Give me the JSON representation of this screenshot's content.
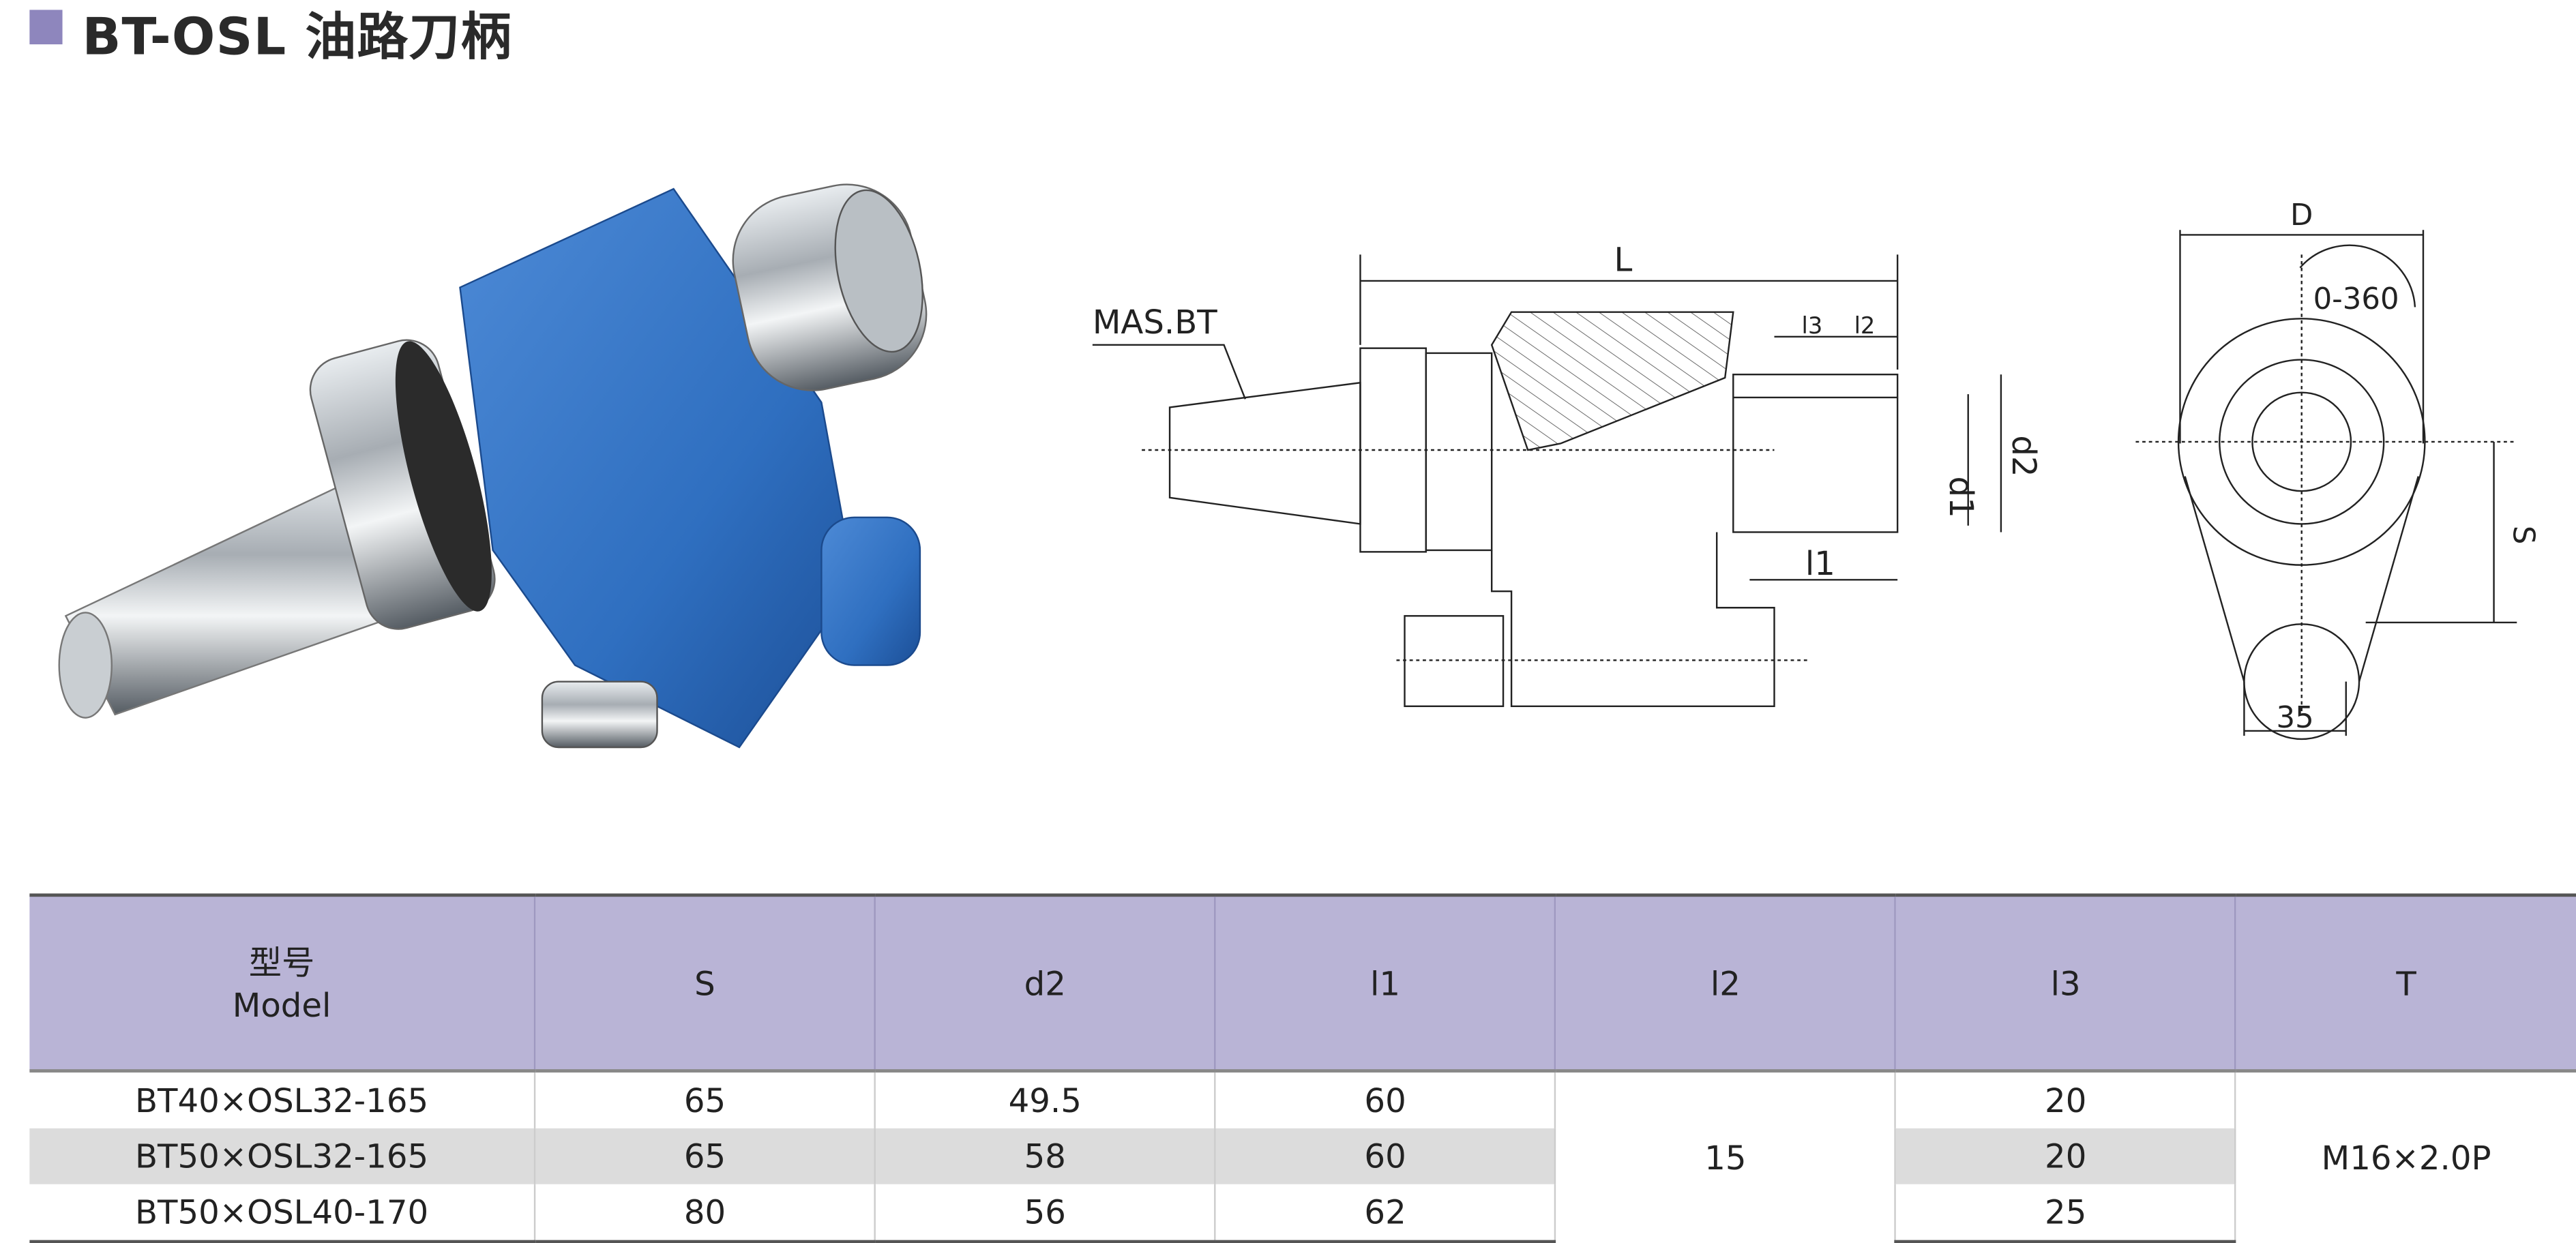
{
  "title": "BT-OSL 油路刀柄",
  "colors": {
    "accent": "#8e86bd",
    "header_bg": "#b9b4d6",
    "alt_row": "#dcdcdc",
    "holder_blue": "#2f6fc0"
  },
  "drawing": {
    "labels": {
      "mas_bt": "MAS.BT",
      "L": "L",
      "l1": "l1",
      "l2": "l2",
      "l3": "l3",
      "d1": "d1",
      "d2": "d2"
    },
    "end_view": {
      "D": "D",
      "rotation": "0-360",
      "S": "S",
      "width": "35"
    }
  },
  "table": {
    "headers": {
      "model_cn": "型号",
      "model_en": "Model",
      "S": "S",
      "d2": "d2",
      "l1": "l1",
      "l2": "l2",
      "l3": "l3",
      "T": "T"
    },
    "rows": [
      {
        "model": "BT40×OSL32-165",
        "S": "65",
        "d2": "49.5",
        "l1": "60",
        "l3": "20"
      },
      {
        "model": "BT50×OSL32-165",
        "S": "65",
        "d2": "58",
        "l1": "60",
        "l3": "20"
      },
      {
        "model": "BT50×OSL40-170",
        "S": "80",
        "d2": "56",
        "l1": "62",
        "l3": "25"
      }
    ],
    "l2_merged": "15",
    "T_merged": "M16×2.0P"
  }
}
